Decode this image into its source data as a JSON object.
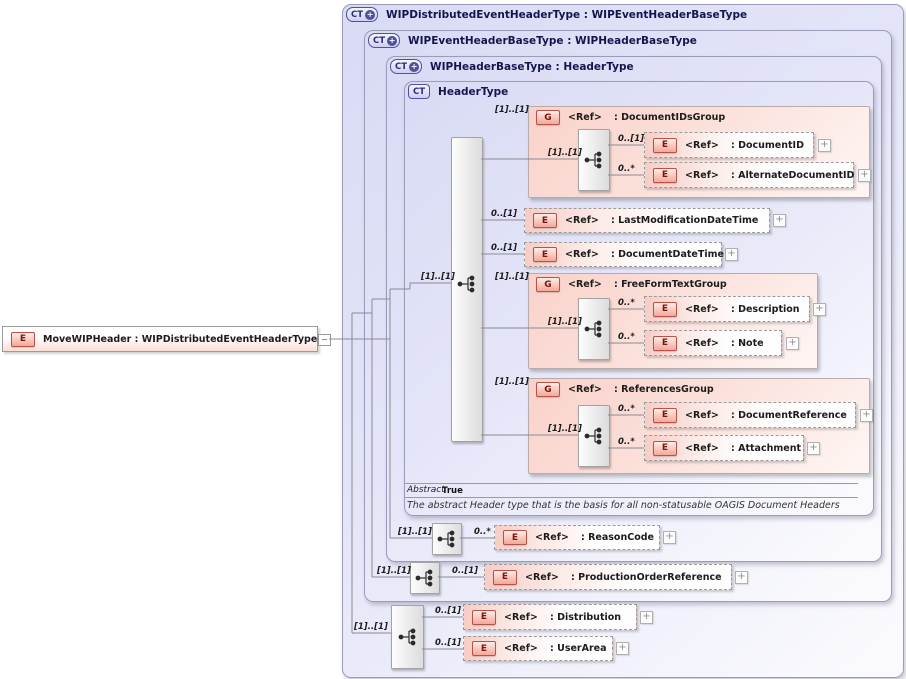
{
  "colors": {
    "container_fill": "#dbdcf6",
    "container_border": "#9a9cba",
    "type_badge_border": "#4f51a0",
    "type_badge_text": "#2a2c7e",
    "group_fill": "#f9d2ca",
    "element_badge_border": "#b5524a",
    "element_badge_text": "#7c150c",
    "wire": "#8b8b90"
  },
  "icons": {
    "expand": "+",
    "collapse": "−",
    "ct_plus": "+"
  },
  "root_element": {
    "badge": "E",
    "label": "MoveWIPHeader : WIPDistributedEventHeaderType"
  },
  "containers": {
    "c1": {
      "badge": "CT",
      "title": "WIPDistributedEventHeaderType : WIPEventHeaderBaseType"
    },
    "c2": {
      "badge": "CT",
      "title": "WIPEventHeaderBaseType : WIPHeaderBaseType"
    },
    "c3": {
      "badge": "CT",
      "title": "WIPHeaderBaseType : HeaderType"
    },
    "c4": {
      "badge": "CT",
      "title": "HeaderType"
    }
  },
  "abstract": {
    "label": "Abstract",
    "value": "True",
    "note": "The abstract Header type that is the basis for all non-statusable OAGIS Document Headers"
  },
  "cards": {
    "one_one": "[1]..[1]",
    "zero_one": "0..[1]",
    "zero_many": "0..*"
  },
  "groups": {
    "document_ids_group": {
      "badge": "G",
      "ref": "<Ref>",
      "name": ": DocumentIDsGroup"
    },
    "free_form_text_group": {
      "badge": "G",
      "ref": "<Ref>",
      "name": ": FreeFormTextGroup"
    },
    "references_group": {
      "badge": "G",
      "ref": "<Ref>",
      "name": ": ReferencesGroup"
    }
  },
  "elements": {
    "document_id": {
      "badge": "E",
      "ref": "<Ref>",
      "name": ": DocumentID"
    },
    "alternate_document_id": {
      "badge": "E",
      "ref": "<Ref>",
      "name": ": AlternateDocumentID"
    },
    "last_modification_date_time": {
      "badge": "E",
      "ref": "<Ref>",
      "name": ": LastModificationDateTime"
    },
    "document_date_time": {
      "badge": "E",
      "ref": "<Ref>",
      "name": ": DocumentDateTime"
    },
    "description": {
      "badge": "E",
      "ref": "<Ref>",
      "name": ": Description"
    },
    "note": {
      "badge": "E",
      "ref": "<Ref>",
      "name": ": Note"
    },
    "document_reference": {
      "badge": "E",
      "ref": "<Ref>",
      "name": ": DocumentReference"
    },
    "attachment": {
      "badge": "E",
      "ref": "<Ref>",
      "name": ": Attachment"
    },
    "reason_code": {
      "badge": "E",
      "ref": "<Ref>",
      "name": ": ReasonCode"
    },
    "production_order_reference": {
      "badge": "E",
      "ref": "<Ref>",
      "name": ": ProductionOrderReference"
    },
    "distribution": {
      "badge": "E",
      "ref": "<Ref>",
      "name": ": Distribution"
    },
    "user_area": {
      "badge": "E",
      "ref": "<Ref>",
      "name": ": UserArea"
    }
  }
}
